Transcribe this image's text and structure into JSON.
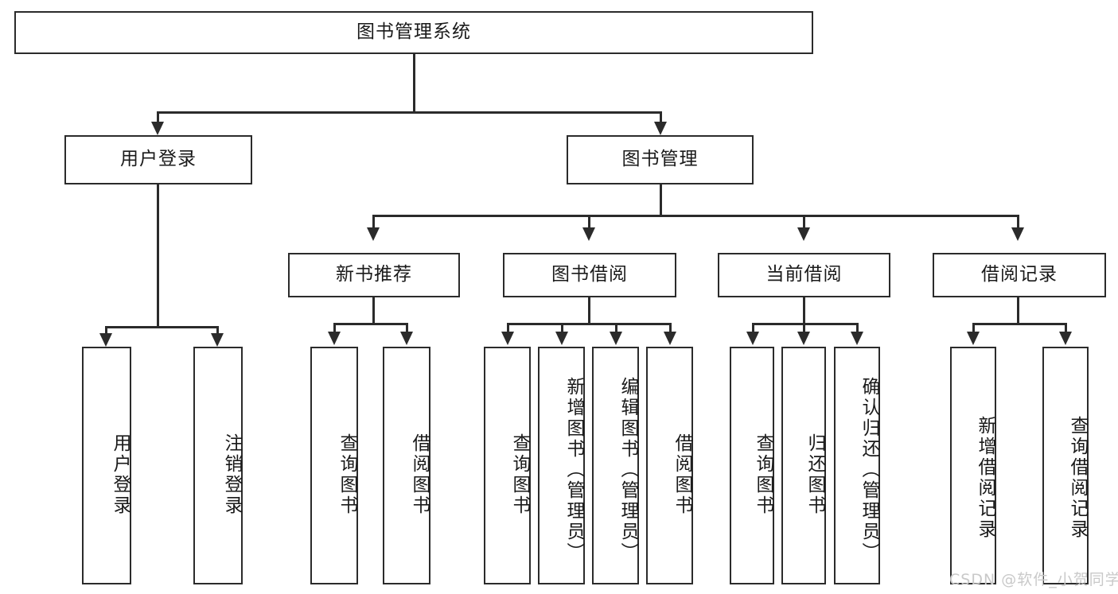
{
  "diagram": {
    "type": "tree-hierarchy",
    "title": "图书管理系统",
    "root": {
      "label": "图书管理系统"
    },
    "level1": [
      {
        "label": "用户登录"
      },
      {
        "label": "图书管理"
      }
    ],
    "level2": [
      {
        "label": "新书推荐"
      },
      {
        "label": "图书借阅"
      },
      {
        "label": "当前借阅"
      },
      {
        "label": "借阅记录"
      }
    ],
    "leaves": {
      "user_login": [
        {
          "label": "用户登录"
        },
        {
          "label": "注销登录"
        }
      ],
      "new_book_recommend": [
        {
          "label": "查询图书"
        },
        {
          "label": "借阅图书"
        }
      ],
      "book_borrow": [
        {
          "label": "查询图书"
        },
        {
          "label": "新增图书（管理员）"
        },
        {
          "label": "编辑图书（管理员）"
        },
        {
          "label": "借阅图书"
        }
      ],
      "current_borrow": [
        {
          "label": "查询图书"
        },
        {
          "label": "归还图书"
        },
        {
          "label": "确认归还（管理员）"
        }
      ],
      "borrow_record": [
        {
          "label": "新增借阅记录"
        },
        {
          "label": "查询借阅记录"
        }
      ]
    }
  },
  "watermark": {
    "text": "CSDN @软件_小贺同学"
  },
  "colors": {
    "border": "#2b2b2b",
    "text": "#1a1a1a",
    "background": "#ffffff",
    "watermark": "#c9c9c9"
  }
}
